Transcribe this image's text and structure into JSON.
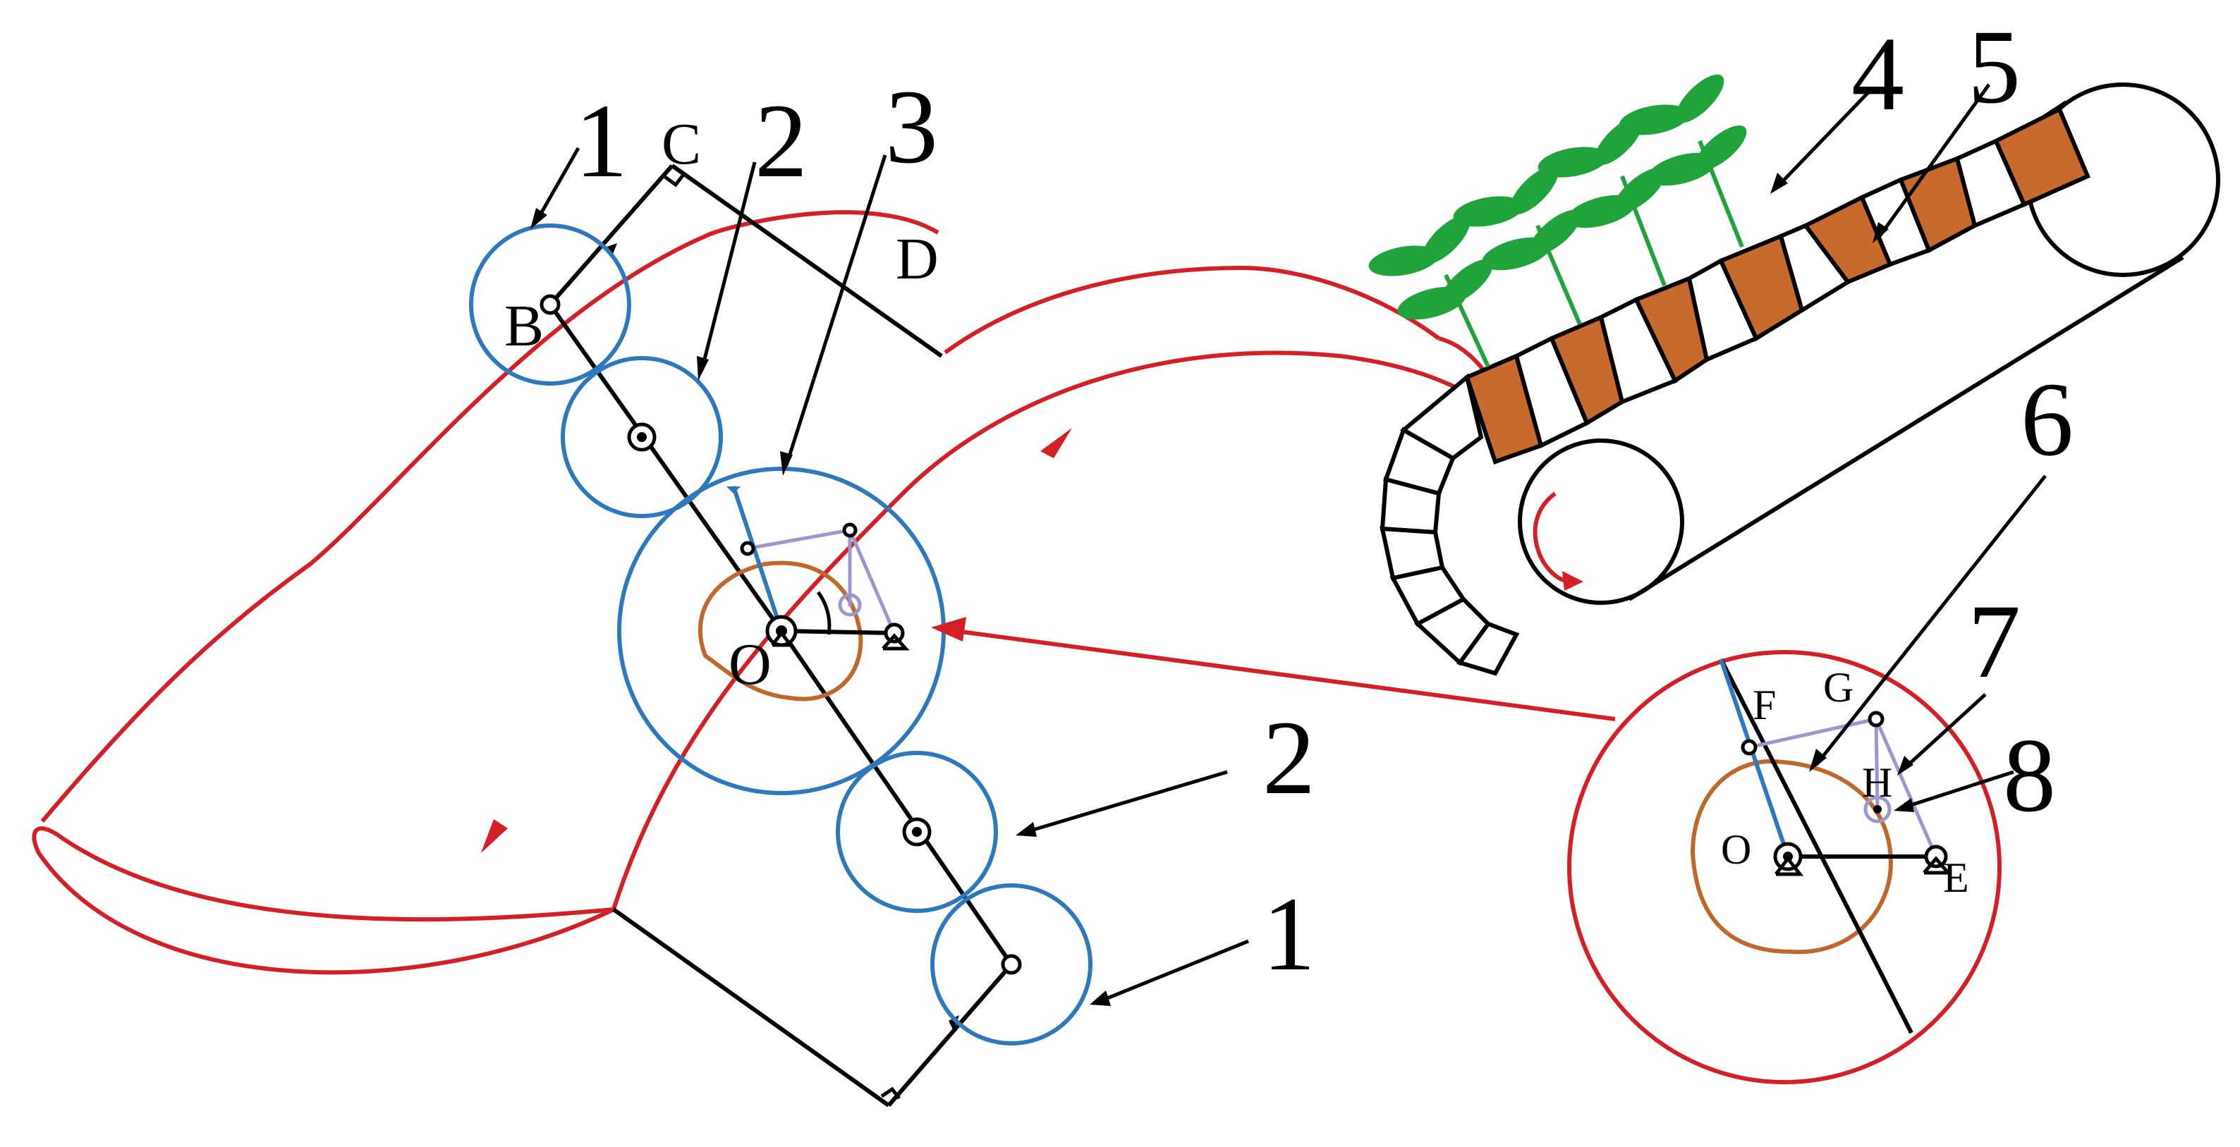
{
  "labels": {
    "point_B": "B",
    "point_C": "C",
    "point_D": "D",
    "point_O": "O",
    "detail_F": "F",
    "detail_G": "G",
    "detail_H": "H",
    "detail_O": "O",
    "detail_E": "E"
  },
  "part_numbers": {
    "part_1_top": "1",
    "part_2_top": "2",
    "part_3": "3",
    "part_4": "4",
    "part_5": "5",
    "part_6": "6",
    "part_7": "7",
    "part_8": "8",
    "part_2_bottom": "2",
    "part_1_bottom": "1"
  },
  "colors": {
    "mechanism": "#000000",
    "gear": "#2e78bd",
    "cam": "#c0672b",
    "trajectory": "#d41f26",
    "linkage": "#9b97cf",
    "seedling_soil": "#c8692d",
    "seedling_leaves": "#1fa33a"
  }
}
